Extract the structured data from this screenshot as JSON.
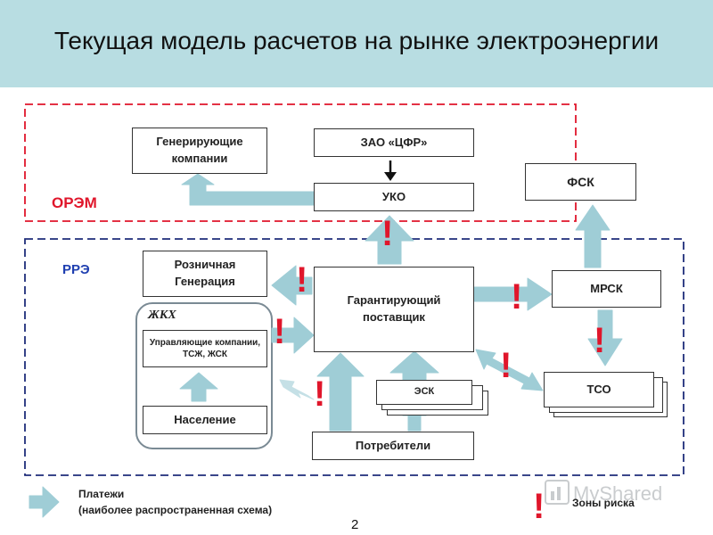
{
  "title": "Текущая модель расчетов на рынке электроэнергии",
  "zones": {
    "orem": "ОРЭМ",
    "rre": "РРЭ",
    "zhkh": "ЖКХ"
  },
  "boxes": {
    "gen_companies": "Генерирующие компании",
    "zao_cfr": "ЗАО «ЦФР»",
    "uko": "УКО",
    "fsk": "ФСК",
    "retail_gen": "Розничная Генерация",
    "guaranteeing_supplier": "Гарантирующий поставщик",
    "mrsk": "МРСК",
    "management_companies": "Управляющие компании, ТСЖ, ЖСК",
    "population": "Население",
    "esk": "ЭСК",
    "tso": "ТСО",
    "consumers": "Потребители"
  },
  "legend": {
    "payments_title": "Платежи",
    "payments_sub": "(наиболее распространенная схема)",
    "risk": "Зоны риска"
  },
  "risk_mark": "!",
  "watermark": "MyShared",
  "page_number": "2",
  "colors": {
    "header": "#b8dde2",
    "arrow": "#9fcdd6",
    "risk": "#e0162b",
    "orem_border": "#e0162b",
    "rre_border": "#1f2d7a",
    "zhkh_border": "#7a8a94"
  }
}
